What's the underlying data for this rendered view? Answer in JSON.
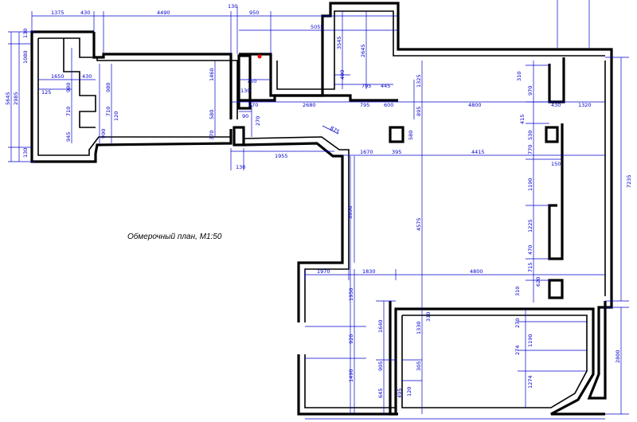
{
  "title": "Обмерочный план, М1:50",
  "colors": {
    "walls": "#000000",
    "dimensions": "#0000cc",
    "marker": "#ff0000"
  },
  "dimensions": {
    "top": [
      "1375",
      "430",
      "4490",
      "130",
      "950",
      "5055"
    ],
    "left_outer": [
      "130",
      "1080",
      "5645",
      "2985",
      "130"
    ],
    "left_inner": [
      "1650",
      "125",
      "430",
      "980",
      "980",
      "710",
      "710",
      "945",
      "120",
      "990"
    ],
    "west_room": [
      "1460",
      "580",
      "370",
      "750",
      "130",
      "90",
      "270",
      "670",
      "2680",
      "1955",
      "130"
    ],
    "alcove": [
      "3545",
      "2645",
      "400",
      "795",
      "445",
      "795",
      "600"
    ],
    "right_top": [
      "1325",
      "895",
      "580",
      "4800",
      "310",
      "970",
      "430",
      "1320",
      "415",
      "530",
      "150",
      "7235"
    ],
    "middle": [
      "875",
      "1670",
      "395",
      "4415",
      "3590",
      "4575",
      "1190",
      "1225",
      "470",
      "715",
      "620",
      "770"
    ],
    "lower": [
      "1970",
      "1830",
      "4800",
      "1950",
      "1640",
      "1330",
      "310",
      "310",
      "920",
      "905",
      "305",
      "1490",
      "645",
      "495",
      "120",
      "270",
      "274",
      "1190",
      "1274",
      "2800"
    ]
  }
}
